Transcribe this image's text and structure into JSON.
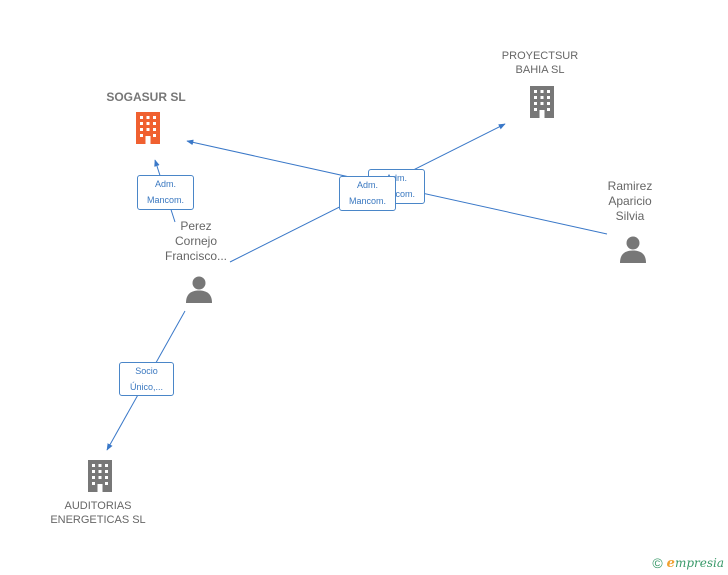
{
  "nodes": {
    "sogasur": {
      "label": "SOGASUR SL",
      "type": "company",
      "highlight": true
    },
    "proyectsur": {
      "label": "PROYECTSUR\nBAHIA SL",
      "type": "company"
    },
    "auditorias": {
      "label": "AUDITORIAS\nENERGETICAS SL",
      "type": "company"
    },
    "perez": {
      "label": "Perez\nCornejo\nFrancisco...",
      "type": "person"
    },
    "ramirez": {
      "label": "Ramirez\nAparicio\nSilvia",
      "type": "person"
    }
  },
  "relations": {
    "perez_sogasur": "Adm.\nMancom.",
    "perez_proyectsur": "Adm.\nMancom.",
    "ramirez_sogasur": "Adm.\nMancom.",
    "perez_auditorias": "Socio\nÚnico,..."
  },
  "colors": {
    "edge": "#3a78c8",
    "company_icon": "#777777",
    "focus_icon": "#f06030",
    "person_icon": "#777777"
  },
  "credit": {
    "copyright_symbol": "©",
    "brand_initial": "e",
    "brand_rest": "mpresia"
  }
}
